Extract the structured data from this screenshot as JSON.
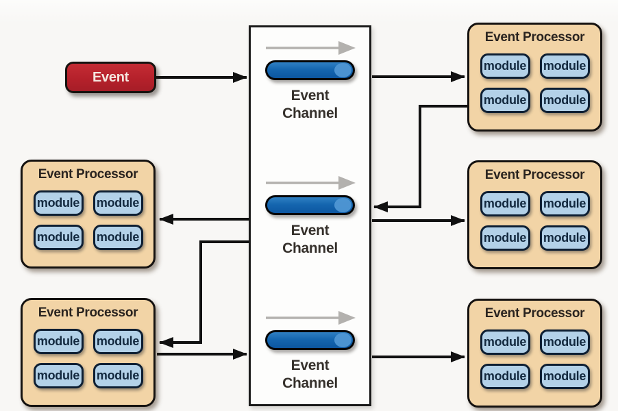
{
  "colors": {
    "background": "#f8f7f5",
    "canvas_white": "#fdfdfc",
    "event_red": "#b5212b",
    "processor_fill": "#f2d4a6",
    "module_fill": "#b3d1e8",
    "module_text": "#13293f",
    "pill_blue": "#1566af",
    "pill_highlight": "#4f96d3",
    "connector_black": "#111111",
    "flow_arrow_gray": "#b3b1ae",
    "label_text": "#35302b"
  },
  "event": {
    "label": "Event"
  },
  "channel_box": {
    "channels": [
      {
        "line1": "Event",
        "line2": "Channel"
      },
      {
        "line1": "Event",
        "line2": "Channel"
      },
      {
        "line1": "Event",
        "line2": "Channel"
      }
    ]
  },
  "processors": [
    {
      "position": "left-middle",
      "title": "Event Processor",
      "modules": [
        "module",
        "module",
        "module",
        "module"
      ]
    },
    {
      "position": "left-bottom",
      "title": "Event Processor",
      "modules": [
        "module",
        "module",
        "module",
        "module"
      ]
    },
    {
      "position": "right-top",
      "title": "Event Processor",
      "modules": [
        "module",
        "module",
        "module",
        "module"
      ]
    },
    {
      "position": "right-middle",
      "title": "Event Processor",
      "modules": [
        "module",
        "module",
        "module",
        "module"
      ]
    },
    {
      "position": "right-bottom",
      "title": "Event Processor",
      "modules": [
        "module",
        "module",
        "module",
        "module"
      ]
    }
  ],
  "connections": [
    {
      "from": "event",
      "to": "event-channel-top"
    },
    {
      "from": "event-channel-top",
      "to": "processor-right-top"
    },
    {
      "from": "processor-right-top",
      "to": "event-channel-middle"
    },
    {
      "from": "event-channel-middle",
      "to": "processor-left-middle"
    },
    {
      "from": "event-channel-middle",
      "to": "processor-right-middle"
    },
    {
      "from": "event-channel-middle",
      "to": "processor-left-bottom"
    },
    {
      "from": "processor-left-bottom",
      "to": "event-channel-bottom"
    },
    {
      "from": "event-channel-bottom",
      "to": "processor-right-bottom"
    }
  ]
}
